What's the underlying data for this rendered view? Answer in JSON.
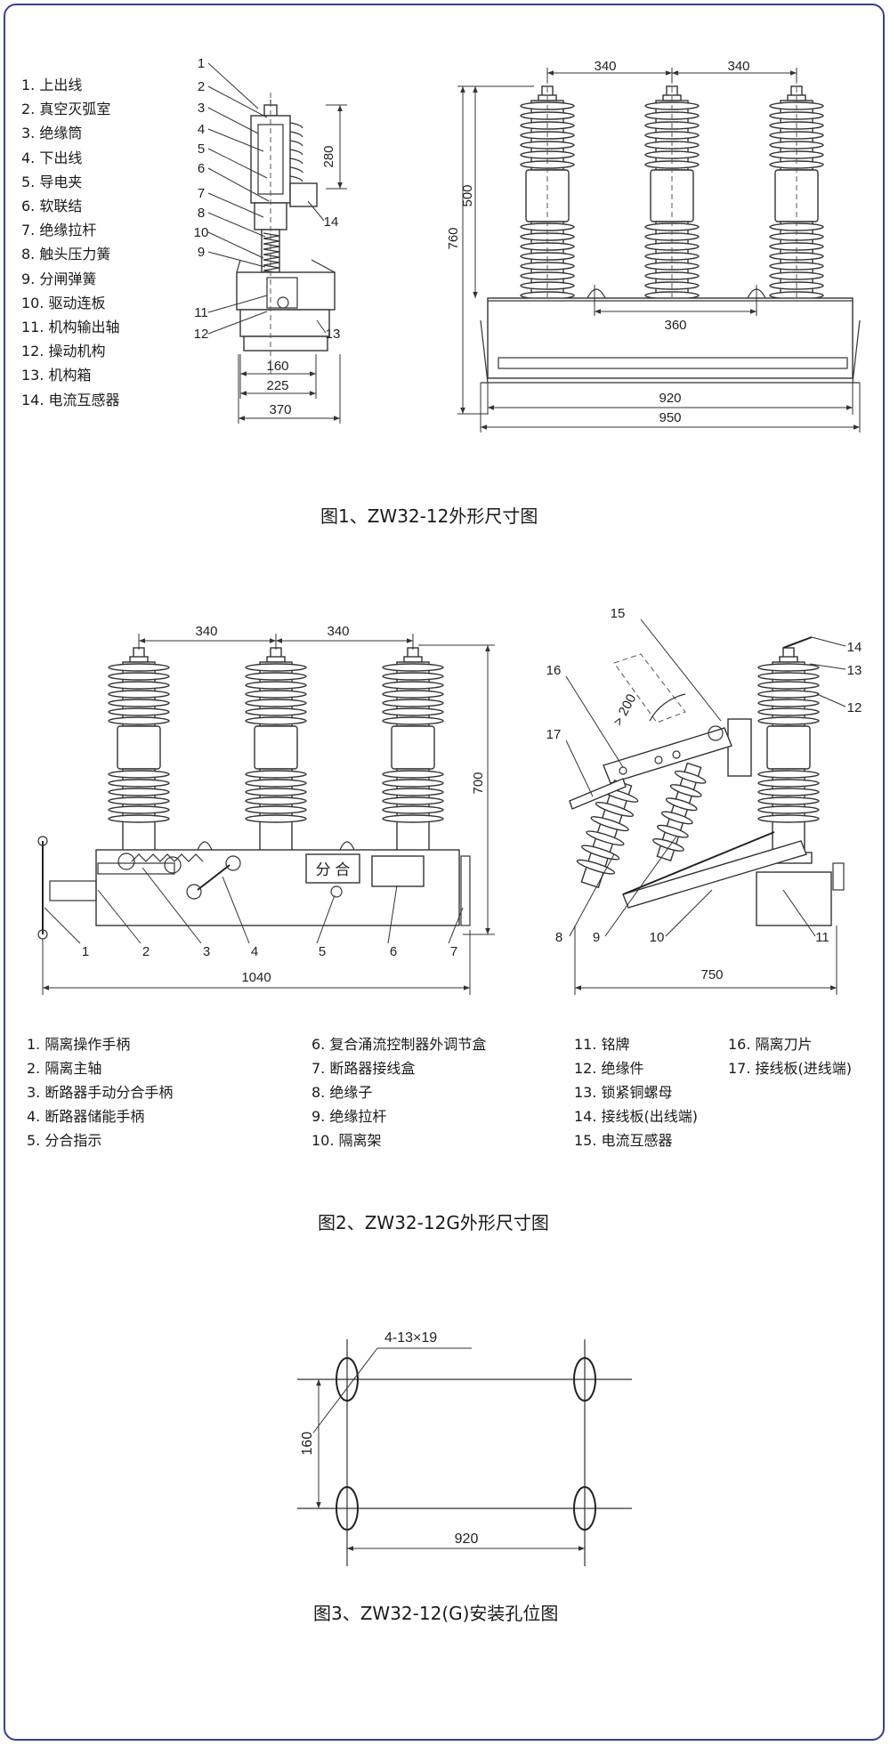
{
  "figure1": {
    "caption": "图1、ZW32-12外形尺寸图",
    "legend": [
      "1. 上出线",
      "2. 真空灭弧室",
      "3. 绝缘筒",
      "4. 下出线",
      "5. 导电夹",
      "6. 软联结",
      "7. 绝缘拉杆",
      "8. 触头压力簧",
      "9. 分闸弹簧",
      "10. 驱动连板",
      "11. 机构输出轴",
      "12. 操动机构",
      "13. 机构箱",
      "14. 电流互感器"
    ],
    "side_callouts": [
      "1",
      "2",
      "3",
      "4",
      "5",
      "6",
      "7",
      "8",
      "10",
      "9",
      "11",
      "12",
      "13",
      "14"
    ],
    "side_dims": {
      "height": "280",
      "base_inner": "160",
      "base_mid": "225",
      "base_outer": "370"
    },
    "front_dims": {
      "pitch_left": "340",
      "pitch_right": "340",
      "height_total": "760",
      "height_pole": "500",
      "mount": "360",
      "inner_width": "920",
      "outer_width": "950"
    }
  },
  "figure2": {
    "caption": "图2、ZW32-12G外形尺寸图",
    "front_dims": {
      "pitch_left": "340",
      "pitch_right": "340",
      "height": "700",
      "width": "1040"
    },
    "indicator_label": "分 合",
    "front_callouts": [
      "1",
      "2",
      "3",
      "4",
      "5",
      "6",
      "7"
    ],
    "side_callouts": [
      "15",
      "16",
      "17",
      "14",
      "13",
      "12",
      "8",
      "9",
      "10",
      "11"
    ],
    "side_dims": {
      "angle": "> 200",
      "width": "750"
    },
    "legend_col1": [
      "1. 隔离操作手柄",
      "2. 隔离主轴",
      "3. 断路器手动分合手柄",
      "4. 断路器储能手柄",
      "5. 分合指示"
    ],
    "legend_col2": [
      "6. 复合涌流控制器外调节盒",
      "7. 断路器接线盒",
      "8. 绝缘子",
      "9. 绝缘拉杆",
      "10. 隔离架"
    ],
    "legend_col3": [
      "11. 铭牌",
      "12. 绝缘件",
      "13. 锁紧铜螺母",
      "14. 接线板(出线端)",
      "15. 电流互感器"
    ],
    "legend_col4": [
      "16. 隔离刀片",
      "17. 接线板(进线端)"
    ]
  },
  "figure3": {
    "caption": "图3、ZW32-12(G)安装孔位图",
    "dims": {
      "holes": "4-13×19",
      "vertical": "160",
      "horizontal": "920"
    }
  }
}
